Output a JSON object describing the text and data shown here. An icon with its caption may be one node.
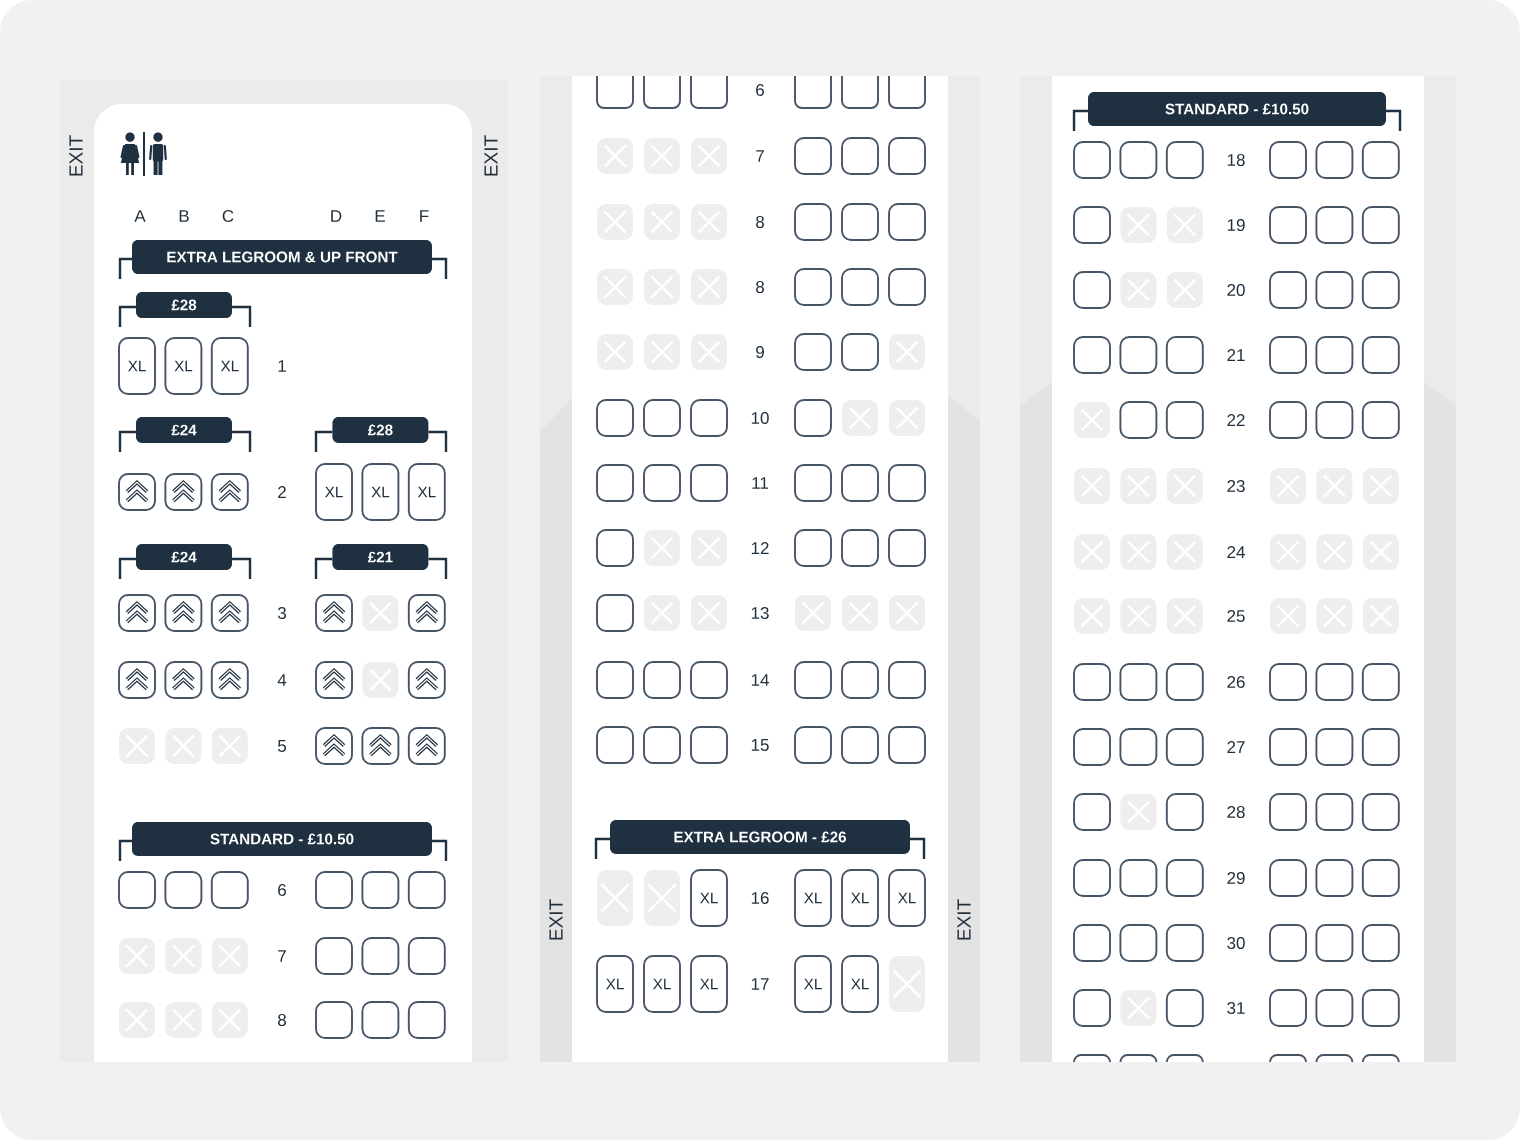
{
  "diagram": {
    "nodes": [
      {
        "text": [
          "EXTRA LEGROOM & UP FRONT"
        ]
      },
      {
        "text": [
          "£28"
        ]
      },
      {
        "text": [
          "XL"
        ]
      },
      {
        "text": [
          "XL"
        ]
      },
      {
        "text": [
          "XL"
        ]
      },
      {
        "text": [
          "£24"
        ]
      },
      {
        "text": [
          "£28"
        ]
      },
      {
        "text": [],
        "shape": "chevron"
      },
      {
        "text": [],
        "shape": "chevron"
      },
      {
        "text": [],
        "shape": "chevron"
      },
      {
        "text": [
          "XL"
        ]
      },
      {
        "text": [
          "XL"
        ]
      },
      {
        "text": [
          "XL"
        ]
      },
      {
        "text": [
          "£24"
        ]
      },
      {
        "text": [
          "£21"
        ]
      },
      {
        "text": [],
        "shape": "chevron"
      },
      {
        "text": [],
        "shape": "chevron"
      },
      {
        "text": [],
        "shape": "chevron"
      },
      {
        "text": [],
        "shape": "chevron"
      },
      {
        "text": [],
        "shape": "cross"
      },
      {
        "text": [],
        "shape": "chevron"
      },
      {
        "text": [],
        "shape": "chevron"
      },
      {
        "text": [],
        "shape": "chevron"
      },
      {
        "text": [],
        "shape": "chevron"
      },
      {
        "text": [],
        "shape": "chevron"
      },
      {
        "text": [],
        "shape": "cross"
      },
      {
        "text": [],
        "shape": "chevron"
      },
      {
        "text": [],
        "shape": "cross"
      },
      {
        "text": [],
        "shape": "cross"
      },
      {
        "text": [],
        "shape": "cross"
      },
      {
        "text": [],
        "shape": "chevron"
      },
      {
        "text": [],
        "shape": "chevron"
      },
      {
        "text": [],
        "shape": "chevron"
      },
      {
        "text": [
          "STANDARD - £10.50"
        ]
      },
      {
        "text": [],
        "shape": "box"
      },
      {
        "text": [],
        "shape": "box"
      },
      {
        "text": [],
        "shape": "box"
      },
      {
        "text": [],
        "shape": "box"
      },
      {
        "text": [],
        "shape": "box"
      },
      {
        "text": [],
        "shape": "box"
      },
      {
        "text": [],
        "shape": "cross"
      },
      {
        "text": [],
        "shape": "cross"
      },
      {
        "text": [],
        "shape": "cross"
      },
      {
        "text": [],
        "shape": "box"
      },
      {
        "text": [],
        "shape": "box"
      },
      {
        "text": [],
        "shape": "box"
      },
      {
        "text": [],
        "shape": "cross"
      },
      {
        "text": [],
        "shape": "cross"
      },
      {
        "text": [],
        "shape": "cross"
      },
      {
        "text": [],
        "shape": "box"
      },
      {
        "text": [],
        "shape": "box"
      },
      {
        "text": [],
        "shape": "box"
      },
      {
        "text": [],
        "shape": "box"
      },
      {
        "text": [],
        "shape": "box"
      },
      {
        "text": [],
        "shape": "box"
      },
      {
        "text": [],
        "shape": "box"
      },
      {
        "text": [],
        "shape": "box"
      },
      {
        "text": [],
        "shape": "box"
      },
      {
        "text": [],
        "shape": "cross"
      },
      {
        "text": [],
        "shape": "cross"
      },
      {
        "text": [],
        "shape": "cross"
      },
      {
        "text": [],
        "shape": "box"
      },
      {
        "text": [],
        "shape": "box"
      },
      {
        "text": [],
        "shape": "box"
      },
      {
        "text": [],
        "shape": "cross"
      },
      {
        "text": [],
        "shape": "cross"
      },
      {
        "text": [],
        "shape": "cross"
      },
      {
        "text": [],
        "shape": "box"
      },
      {
        "text": [],
        "shape": "box"
      },
      {
        "text": [],
        "shape": "box"
      },
      {
        "text": [],
        "shape": "cross"
      },
      {
        "text": [],
        "shape": "cross"
      },
      {
        "text": [],
        "shape": "cross"
      },
      {
        "text": [],
        "shape": "box"
      },
      {
        "text": [],
        "shape": "box"
      },
      {
        "text": [],
        "shape": "box"
      },
      {
        "text": [],
        "shape": "cross"
      },
      {
        "text": [],
        "shape": "cross"
      },
      {
        "text": [],
        "shape": "cross"
      },
      {
        "text": [],
        "shape": "box"
      },
      {
        "text": [],
        "shape": "box"
      },
      {
        "text": [],
        "shape": "cross"
      },
      {
        "text": [],
        "shape": "box"
      },
      {
        "text": [],
        "shape": "box"
      },
      {
        "text": [],
        "shape": "box"
      },
      {
        "text": [],
        "shape": "box"
      },
      {
        "text": [],
        "shape": "cross"
      },
      {
        "text": [],
        "shape": "cross"
      },
      {
        "text": [],
        "shape": "box"
      },
      {
        "text": [],
        "shape": "box"
      },
      {
        "text": [],
        "shape": "box"
      },
      {
        "text": [],
        "shape": "box"
      },
      {
        "text": [],
        "shape": "box"
      },
      {
        "text": [],
        "shape": "box"
      },
      {
        "text": [],
        "shape": "box"
      },
      {
        "text": [],
        "shape": "cross"
      },
      {
        "text": [],
        "shape": "cross"
      },
      {
        "text": [],
        "shape": "box"
      },
      {
        "text": [],
        "shape": "box"
      },
      {
        "text": [],
        "shape": "box"
      },
      {
        "text": [],
        "shape": "box"
      },
      {
        "text": [],
        "shape": "cross"
      },
      {
        "text": [],
        "shape": "cross"
      },
      {
        "text": [],
        "shape": "cross"
      },
      {
        "text": [],
        "shape": "cross"
      },
      {
        "text": [],
        "shape": "cross"
      },
      {
        "text": [],
        "shape": "box"
      },
      {
        "text": [],
        "shape": "box"
      },
      {
        "text": [],
        "shape": "box"
      },
      {
        "text": [],
        "shape": "box"
      },
      {
        "text": [],
        "shape": "box"
      },
      {
        "text": [],
        "shape": "box"
      },
      {
        "text": [],
        "shape": "box"
      },
      {
        "text": [],
        "shape": "box"
      },
      {
        "text": [],
        "shape": "box"
      },
      {
        "text": [],
        "shape": "box"
      },
      {
        "text": [],
        "shape": "box"
      },
      {
        "text": [],
        "shape": "box"
      },
      {
        "text": [
          "EXTRA LEGROOM - £26"
        ]
      },
      {
        "text": [],
        "shape": "cross"
      },
      {
        "text": [],
        "shape": "cross"
      },
      {
        "text": [
          "XL"
        ]
      },
      {
        "text": [
          "XL"
        ]
      },
      {
        "text": [
          "XL"
        ]
      },
      {
        "text": [
          "XL"
        ]
      },
      {
        "text": [
          "XL"
        ]
      },
      {
        "text": [
          "XL"
        ]
      },
      {
        "text": [
          "XL"
        ]
      },
      {
        "text": [
          "XL"
        ]
      },
      {
        "text": [
          "XL"
        ]
      },
      {
        "text": [],
        "shape": "cross"
      },
      {
        "text": [
          "STANDARD - £10.50"
        ]
      },
      {
        "text": [],
        "shape": "box"
      },
      {
        "text": [],
        "shape": "box"
      },
      {
        "text": [],
        "shape": "box"
      },
      {
        "text": [],
        "shape": "box"
      },
      {
        "text": [],
        "shape": "box"
      },
      {
        "text": [],
        "shape": "box"
      },
      {
        "text": [],
        "shape": "box"
      },
      {
        "text": [],
        "shape": "cross"
      },
      {
        "text": [],
        "shape": "cross"
      },
      {
        "text": [],
        "shape": "box"
      },
      {
        "text": [],
        "shape": "box"
      },
      {
        "text": [],
        "shape": "box"
      },
      {
        "text": [],
        "shape": "box"
      },
      {
        "text": [],
        "shape": "cross"
      },
      {
        "text": [],
        "shape": "cross"
      },
      {
        "text": [],
        "shape": "box"
      },
      {
        "text": [],
        "shape": "box"
      },
      {
        "text": [],
        "shape": "box"
      },
      {
        "text": [],
        "shape": "box"
      },
      {
        "text": [],
        "shape": "box"
      },
      {
        "text": [],
        "shape": "box"
      },
      {
        "text": [],
        "shape": "box"
      },
      {
        "text": [],
        "shape": "box"
      },
      {
        "text": [],
        "shape": "box"
      },
      {
        "text": [],
        "shape": "cross"
      },
      {
        "text": [],
        "shape": "box"
      },
      {
        "text": [],
        "shape": "box"
      },
      {
        "text": [],
        "shape": "box"
      },
      {
        "text": [],
        "shape": "box"
      },
      {
        "text": [],
        "shape": "box"
      },
      {
        "text": [],
        "shape": "cross"
      },
      {
        "text": [],
        "shape": "cross"
      },
      {
        "text": [],
        "shape": "cross"
      },
      {
        "text": [],
        "shape": "cross"
      },
      {
        "text": [],
        "shape": "cross"
      },
      {
        "text": [],
        "shape": "cross"
      },
      {
        "text": [],
        "shape": "cross"
      },
      {
        "text": [],
        "shape": "cross"
      },
      {
        "text": [],
        "shape": "cross"
      },
      {
        "text": [],
        "shape": "cross"
      },
      {
        "text": [],
        "shape": "cross"
      },
      {
        "text": [],
        "shape": "cross"
      },
      {
        "text": [],
        "shape": "cross"
      },
      {
        "text": [],
        "shape": "cross"
      },
      {
        "text": [],
        "shape": "cross"
      },
      {
        "text": [],
        "shape": "cross"
      },
      {
        "text": [],
        "shape": "cross"
      },
      {
        "text": [],
        "shape": "cross"
      },
      {
        "text": [],
        "shape": "box"
      },
      {
        "text": [],
        "shape": "box"
      },
      {
        "text": [],
        "shape": "box"
      },
      {
        "text": [],
        "shape": "box"
      },
      {
        "text": [],
        "shape": "box"
      },
      {
        "text": [],
        "shape": "box"
      },
      {
        "text": [],
        "shape": "box"
      },
      {
        "text": [],
        "shape": "box"
      },
      {
        "text": [],
        "shape": "box"
      },
      {
        "text": [],
        "shape": "box"
      },
      {
        "text": [],
        "shape": "box"
      },
      {
        "text": [],
        "shape": "box"
      },
      {
        "text": [],
        "shape": "box"
      },
      {
        "text": [],
        "shape": "cross"
      },
      {
        "text": [],
        "shape": "box"
      },
      {
        "text": [],
        "shape": "box"
      },
      {
        "text": [],
        "shape": "box"
      },
      {
        "text": [],
        "shape": "box"
      },
      {
        "text": [],
        "shape": "box"
      },
      {
        "text": [],
        "shape": "box"
      },
      {
        "text": [],
        "shape": "box"
      },
      {
        "text": [],
        "shape": "box"
      },
      {
        "text": [],
        "shape": "box"
      },
      {
        "text": [],
        "shape": "box"
      },
      {
        "text": [],
        "shape": "box"
      },
      {
        "text": [],
        "shape": "box"
      },
      {
        "text": [],
        "shape": "box"
      },
      {
        "text": [],
        "shape": "box"
      },
      {
        "text": [],
        "shape": "box"
      },
      {
        "text": [],
        "shape": "box"
      },
      {
        "text": [],
        "shape": "box"
      },
      {
        "text": [],
        "shape": "cross"
      },
      {
        "text": [],
        "shape": "box"
      },
      {
        "text": [],
        "shape": "box"
      },
      {
        "text": [],
        "shape": "box"
      },
      {
        "text": [],
        "shape": "box"
      },
      {
        "text": [],
        "shape": "box"
      },
      {
        "text": [],
        "shape": "box"
      },
      {
        "text": [],
        "shape": "box"
      },
      {
        "text": [],
        "shape": "box"
      },
      {
        "text": [],
        "shape": "box"
      },
      {
        "text": [],
        "shape": "box"
      }
    ],
    "labels": [
      "EXIT",
      "EXIT",
      "A",
      "B",
      "C",
      "D",
      "E",
      "F",
      "1",
      "2",
      "3",
      "4",
      "5",
      "6",
      "7",
      "8",
      "6",
      "7",
      "8",
      "8",
      "9",
      "10",
      "11",
      "12",
      "13",
      "14",
      "15",
      "16",
      "17",
      "EXIT",
      "EXIT",
      "18",
      "19",
      "20",
      "21",
      "22",
      "23",
      "24",
      "25",
      "26",
      "27",
      "28",
      "29",
      "30",
      "31"
    ]
  }
}
